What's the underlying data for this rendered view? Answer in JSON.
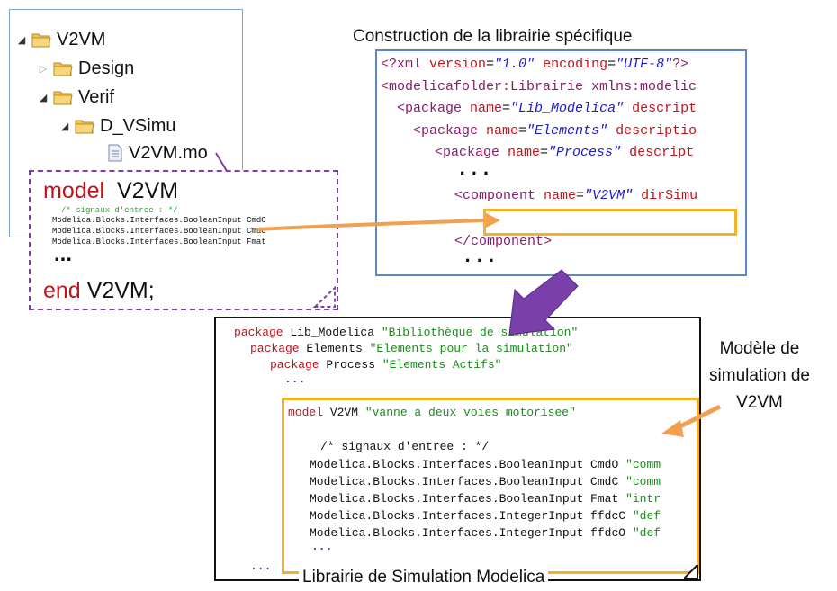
{
  "tree": {
    "items": [
      {
        "label": "V2VM",
        "expander": "◢",
        "icon": "folder-icon"
      },
      {
        "label": "Design",
        "expander": "▷",
        "icon": "folder-icon"
      },
      {
        "label": "Verif",
        "expander": "◢",
        "icon": "folder-icon"
      },
      {
        "label": "D_VSimu",
        "expander": "◢",
        "icon": "folder-icon"
      },
      {
        "label": "V2VM.mo",
        "icon": "file-icon"
      }
    ]
  },
  "model_box": {
    "keyword_model": "model",
    "name": "V2VM",
    "comment": "/* signaux d'entree : */",
    "lines": [
      "Modelica.Blocks.Interfaces.BooleanInput CmdO",
      "Modelica.Blocks.Interfaces.BooleanInput CmdC",
      "Modelica.Blocks.Interfaces.BooleanInput Fmat"
    ],
    "ellipsis": "...",
    "keyword_end": "end",
    "end_name": "V2VM;"
  },
  "construction_title": "Construction de la librairie spécifique",
  "xml": {
    "line1": {
      "open": "<?xml ",
      "a1": "version",
      "v1": "\"1.0\"",
      "a2": " encoding",
      "v2": "\"UTF-8\"",
      "close": "?>"
    },
    "line2": "<modelicafolder:Librairie xmlns:modelic",
    "line3": {
      "tag": "<package ",
      "attr": "name",
      "val": "\"Lib_Modelica\"",
      "rest": " descript"
    },
    "line4": {
      "tag": "<package ",
      "attr": "name",
      "val": "\"Elements\"",
      "rest": " descriptio"
    },
    "line5": {
      "tag": "<package ",
      "attr": "name",
      "val": "\"Process\"",
      "rest": " descript"
    },
    "dots1": "...",
    "line6": {
      "tag": "<component ",
      "attr": "name",
      "val": "\"V2VM\"",
      "rest": " dirSimu"
    },
    "line7": "</component>",
    "dots2": "..."
  },
  "library": {
    "line1": {
      "kw": "package",
      "name": " Lib_Modelica ",
      "str": "\"Bibliothèque de simulation\""
    },
    "line2": {
      "kw": "package",
      "name": " Elements ",
      "str": "\"Elements pour la simulation\""
    },
    "line3": {
      "kw": "package",
      "name": " Process ",
      "str": "\"Elements Actifs\""
    },
    "dots_top": "...",
    "model_line": {
      "kw": "model",
      "name": " V2VM ",
      "str": "\"vanne a deux voies motorisee\""
    },
    "comment": "/* signaux d'entree : */",
    "code_lines": [
      {
        "code": "Modelica.Blocks.Interfaces.BooleanInput CmdO ",
        "str": "\"comm"
      },
      {
        "code": "Modelica.Blocks.Interfaces.BooleanInput CmdC ",
        "str": "\"comm"
      },
      {
        "code": "Modelica.Blocks.Interfaces.BooleanInput Fmat ",
        "str": "\"intr"
      },
      {
        "code": "Modelica.Blocks.Interfaces.IntegerInput ffdcC ",
        "str": "\"def"
      },
      {
        "code": "Modelica.Blocks.Interfaces.IntegerInput ffdcO ",
        "str": "\"def"
      }
    ],
    "dots_inner": "...",
    "dots_bottom": "...",
    "caption": "Librairie de Simulation Modelica"
  },
  "side_label": {
    "lines": [
      "Modèle de",
      "simulation de",
      "V2VM"
    ]
  },
  "colors": {
    "arrow_orange": "#f0a050",
    "arrow_purple": "#7a3fa8",
    "highlight": "#f2b32a",
    "folder": "#f2c256"
  }
}
